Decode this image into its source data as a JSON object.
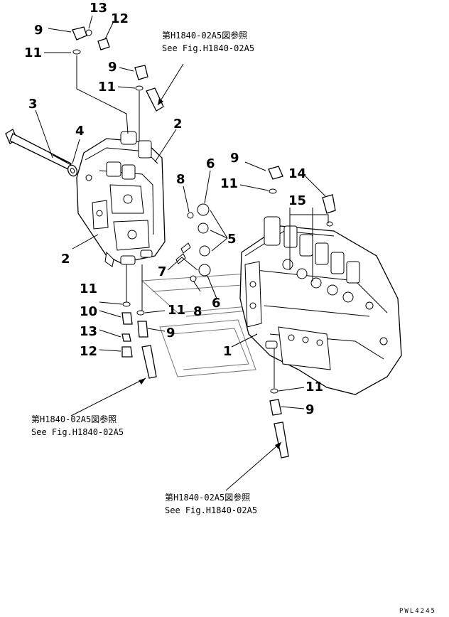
{
  "callouts": {
    "c13": "13",
    "c12a": "12",
    "c9a": "9",
    "c11a": "11",
    "c9b": "9",
    "c11b": "11",
    "c3": "3",
    "c4": "4",
    "c2a": "2",
    "c8a": "8",
    "c6a": "6",
    "c9c": "9",
    "c14": "14",
    "c11c": "11",
    "c15": "15",
    "c5": "5",
    "c2b": "2",
    "c7": "7",
    "c11d": "11",
    "c11e": "11",
    "c8b": "8",
    "c6b": "6",
    "c10": "10",
    "c9d": "9",
    "c13b": "13",
    "c12b": "12",
    "c1": "1",
    "c11f": "11",
    "c9e": "9"
  },
  "references": {
    "ref1": {
      "jp": "第H1840-02A5図参照",
      "en": "See Fig.H1840-02A5"
    },
    "ref2": {
      "jp": "第H1840-02A5図参照",
      "en": "See Fig.H1840-02A5"
    },
    "ref3": {
      "jp": "第H1840-02A5図参照",
      "en": "See Fig.H1840-02A5"
    }
  },
  "drawing_code": "PWL4245"
}
